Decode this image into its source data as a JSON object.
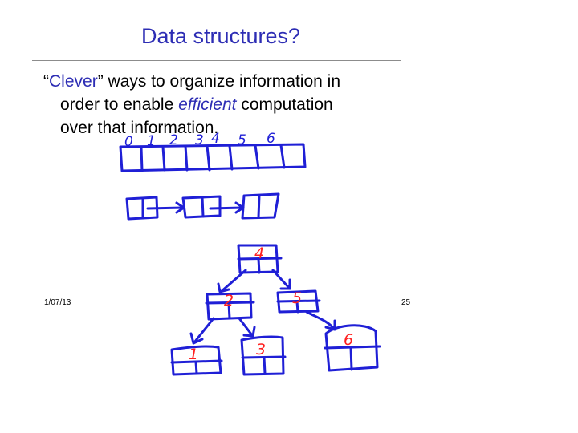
{
  "slide": {
    "title": "Data structures?",
    "bullet": {
      "q_open": "“",
      "clever": "Clever",
      "q_close": "”",
      "line1_rest": " ways to organize information in",
      "line2_pre": "order to enable ",
      "efficient": "efficient",
      "line2_post": " computation",
      "line3": "over that information."
    },
    "footer": {
      "date": "1/07/13",
      "page": "25"
    }
  },
  "annotations": {
    "array_indices": [
      "0",
      "1",
      "2",
      "3",
      "4",
      "5",
      "6"
    ],
    "tree_keys": {
      "root": "4",
      "left": "2",
      "right": "5",
      "left_left": "1",
      "left_right": "3",
      "right_right": "6"
    }
  },
  "colors": {
    "title": "#2d2db4",
    "ink_blue": "#1f1fd6",
    "ink_red": "#ff2020",
    "rule": "#8c8c8c"
  }
}
